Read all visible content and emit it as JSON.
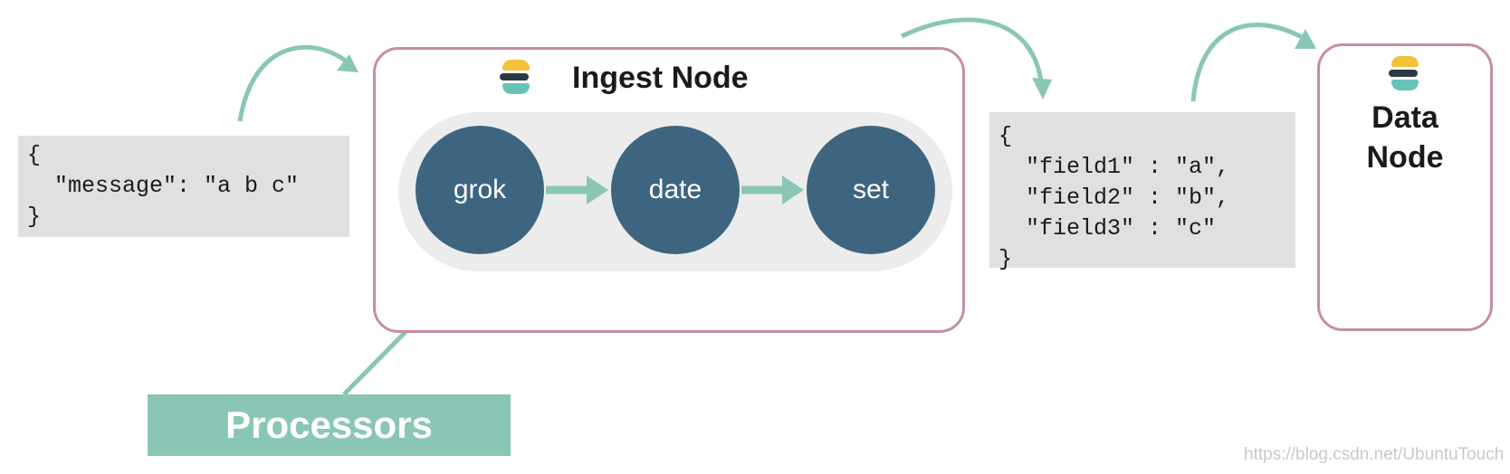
{
  "input_document": {
    "text": "{\n  \"message\": \"a b c\"\n}"
  },
  "ingest_node": {
    "title": "Ingest Node",
    "processors": [
      {
        "label": "grok"
      },
      {
        "label": "date"
      },
      {
        "label": "set"
      }
    ]
  },
  "processors_label": "Processors",
  "output_document": {
    "text": "{\n  \"field1\" : \"a\",\n  \"field2\" : \"b\",\n  \"field3\" : \"c\"\n}"
  },
  "data_node": {
    "title": "Data\nNode"
  },
  "watermark": "https://blog.csdn.net/UbuntuTouch",
  "colors": {
    "arrow": "#8ac6b6",
    "node_border": "#c78ca6",
    "processor_fill": "#3d6580",
    "code_background": "#e0e0e0",
    "pipeline_background": "#ececec"
  },
  "icons": {
    "node_logo": "elastic-logo-icon"
  }
}
